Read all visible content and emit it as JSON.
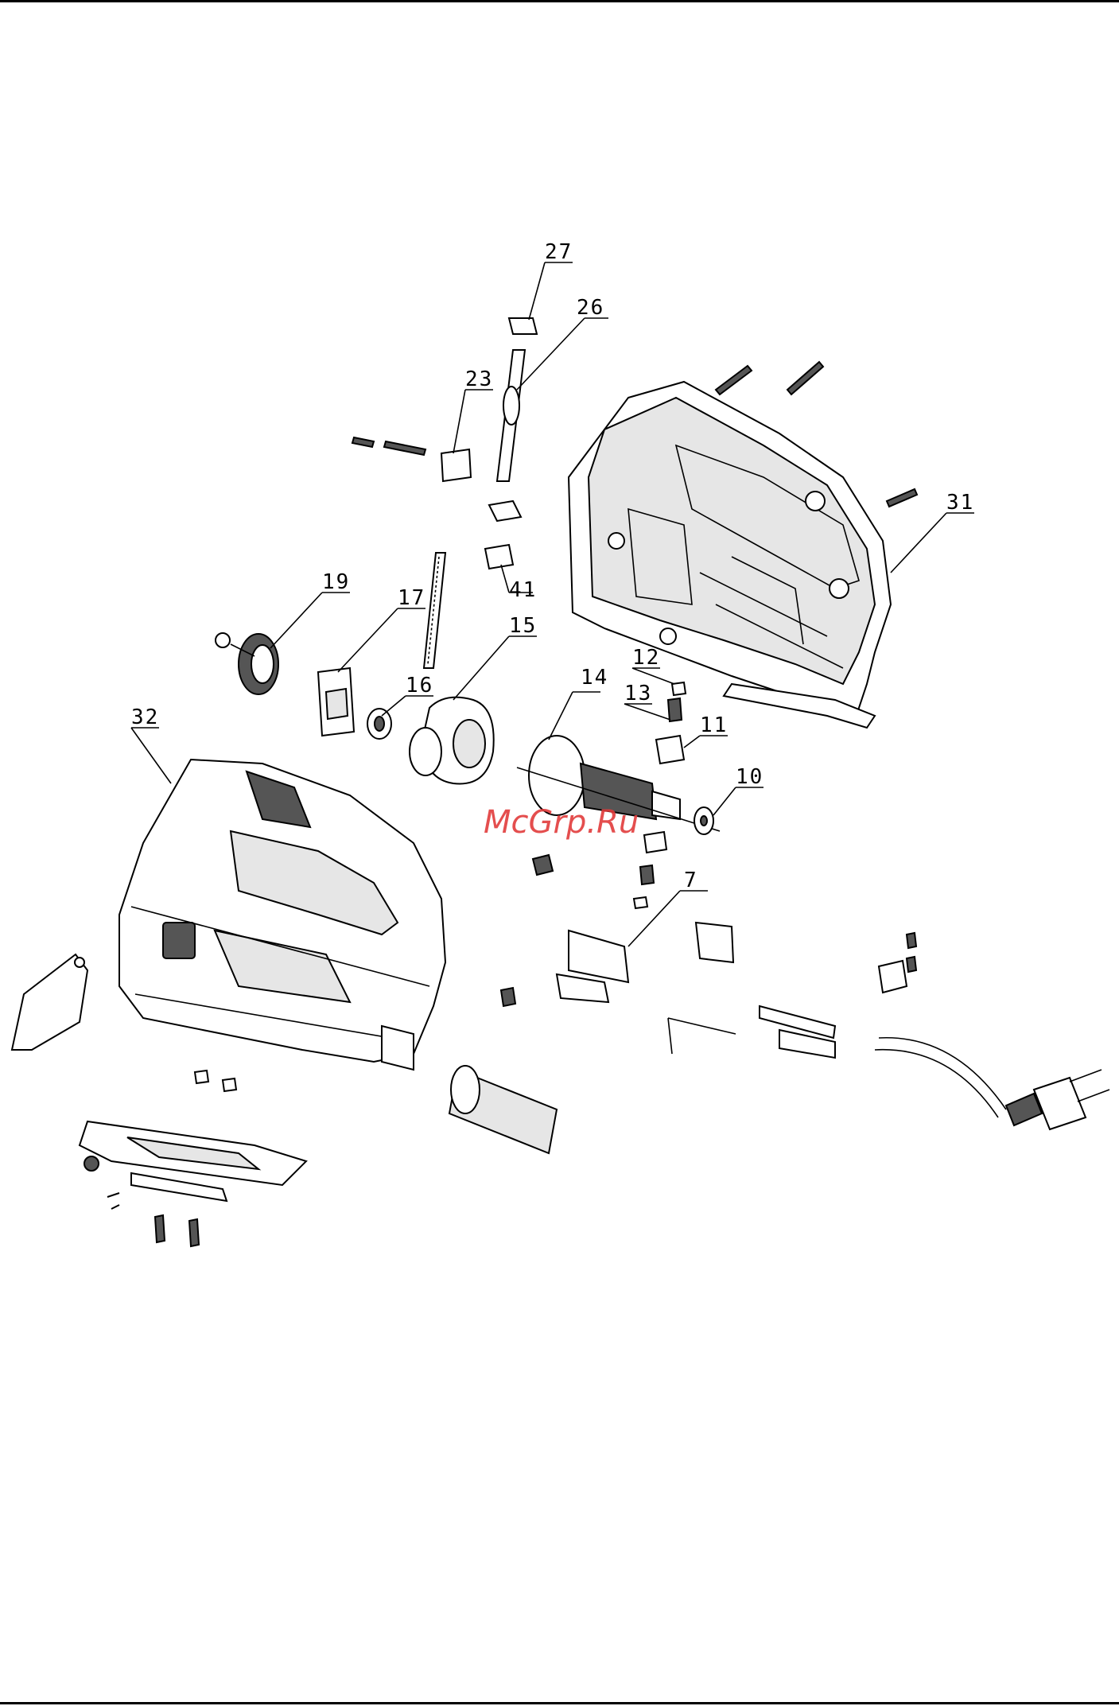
{
  "watermark": "McGrp.Ru",
  "part_labels": [
    "27",
    "26",
    "23",
    "31",
    "41",
    "19",
    "17",
    "15",
    "16",
    "12",
    "14",
    "13",
    "11",
    "32",
    "10",
    "7"
  ],
  "icons": {
    "housing_right": "housing-half-31",
    "housing_left": "housing-half-32",
    "motor": "armature-14",
    "field": "stator-15",
    "cord": "power-cord-plug"
  }
}
